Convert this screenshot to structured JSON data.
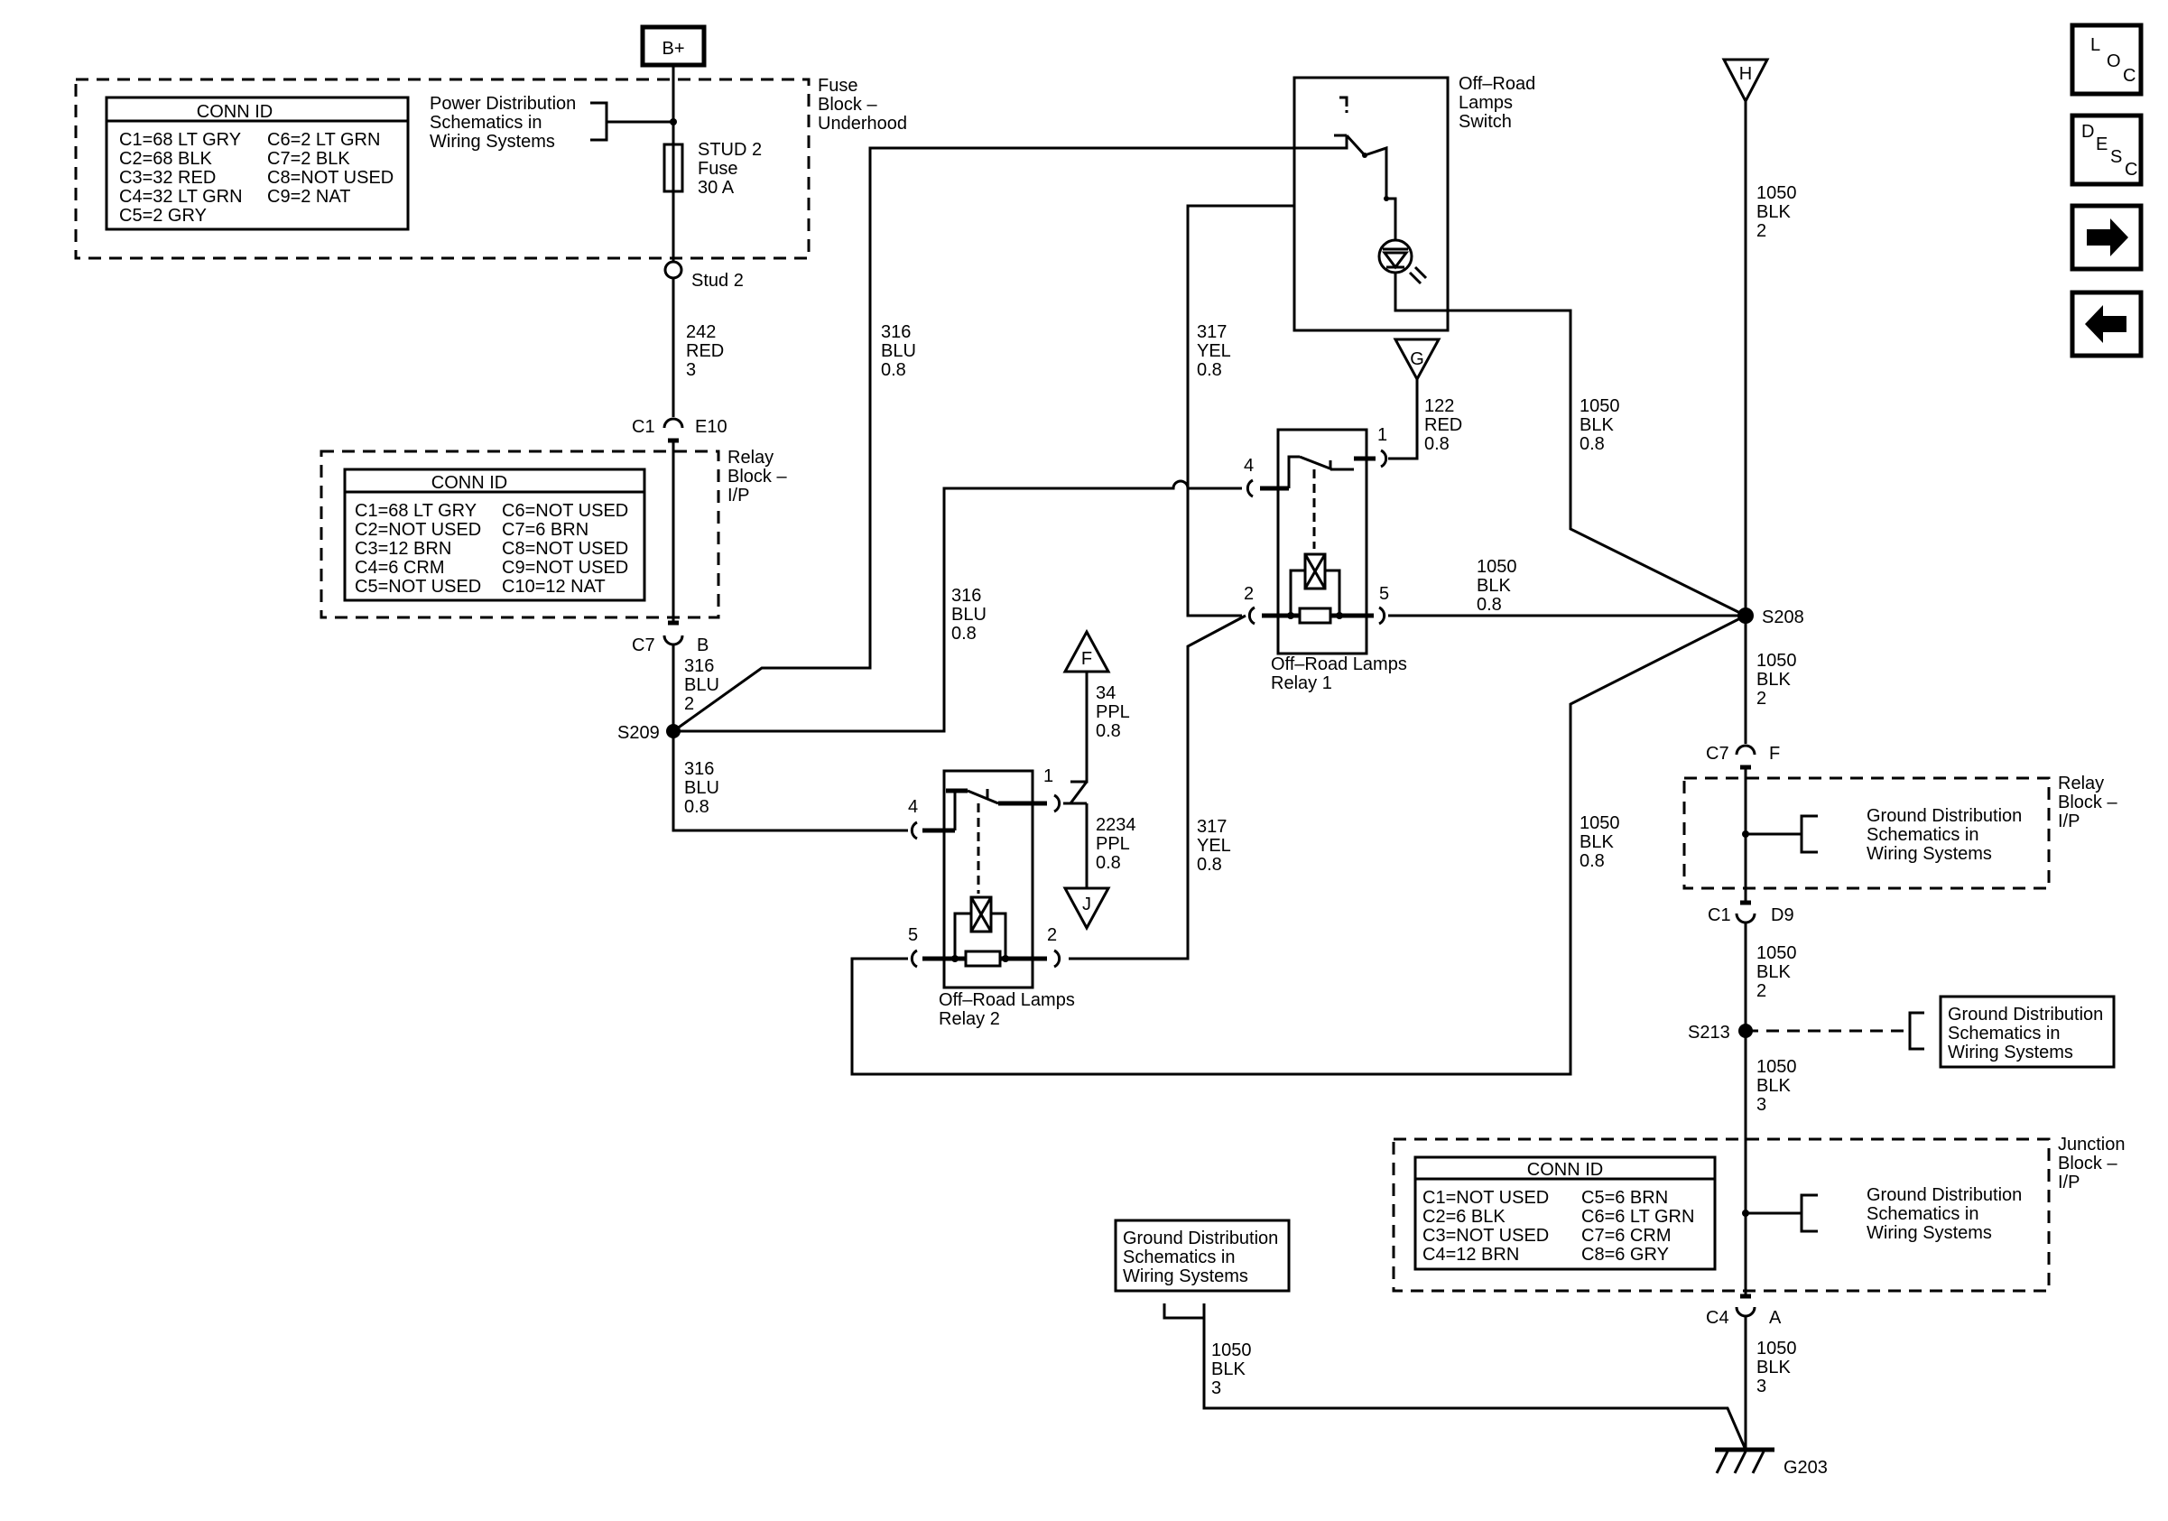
{
  "power": {
    "b_plus": "B+"
  },
  "fuse_block": {
    "label": [
      "Fuse",
      "Block –",
      "Underhood"
    ],
    "conn_id_title": "CONN ID",
    "conn_left": [
      "C1=68 LT GRY",
      "C2=68 BLK",
      "C3=32 RED",
      "C4=32 LT GRN",
      "C5=2 GRY"
    ],
    "conn_right": [
      "C6=2 LT GRN",
      "C7=2 BLK",
      "C8=NOT USED",
      "C9=2 NAT"
    ],
    "ref": [
      "Power Distribution",
      "Schematics in",
      "Wiring  Systems"
    ],
    "fuse": [
      "STUD 2",
      "Fuse",
      "30 A"
    ],
    "stud": "Stud 2"
  },
  "wire_242": [
    "242",
    "RED",
    "3"
  ],
  "relay_block_ip_1": {
    "c1": "C1",
    "e10": "E10",
    "label": [
      "Relay",
      "Block –",
      "I/P"
    ],
    "conn_id_title": "CONN ID",
    "conn_left": [
      "C1=68 LT GRY",
      "C2=NOT USED",
      "C3=12 BRN",
      "C4=6 CRM",
      "C5=NOT USED"
    ],
    "conn_right": [
      "C6=NOT USED",
      "C7=6 BRN",
      "C8=NOT USED",
      "C9=NOT USED",
      "C10=12 NAT"
    ],
    "c7": "C7",
    "b": "B"
  },
  "wire_316_2": [
    "316",
    "BLU",
    "2"
  ],
  "s209": "S209",
  "wire_316_a": [
    "316",
    "BLU",
    "0.8"
  ],
  "wire_316_b": [
    "316",
    "BLU",
    "0.8"
  ],
  "wire_316_c": [
    "316",
    "BLU",
    "0.8"
  ],
  "switch": {
    "label": [
      "Off–Road",
      "Lamps",
      "Switch"
    ]
  },
  "wire_317_a": [
    "317",
    "YEL",
    "0.8"
  ],
  "wire_317_b": [
    "317",
    "YEL",
    "0.8"
  ],
  "connector_g": "G",
  "wire_122": [
    "122",
    "RED",
    "0.8"
  ],
  "relay1": {
    "label": [
      "Off–Road Lamps",
      "Relay 1"
    ],
    "pin1": "1",
    "pin2": "2",
    "pin4": "4",
    "pin5": "5"
  },
  "relay2": {
    "label": [
      "Off–Road Lamps",
      "Relay 2"
    ],
    "pin1": "1",
    "pin2": "2",
    "pin4": "4",
    "pin5": "5"
  },
  "connector_f": "F",
  "wire_34": [
    "34",
    "PPL",
    "0.8"
  ],
  "wire_2234": [
    "2234",
    "PPL",
    "0.8"
  ],
  "connector_j": "J",
  "connector_h": "H",
  "wire_1050_top": [
    "1050",
    "BLK",
    "2"
  ],
  "wire_1050_sw": [
    "1050",
    "BLK",
    "0.8"
  ],
  "wire_1050_r1": [
    "1050",
    "BLK",
    "0.8"
  ],
  "wire_1050_r2": [
    "1050",
    "BLK",
    "0.8"
  ],
  "s208": "S208",
  "wire_1050_s208": [
    "1050",
    "BLK",
    "2"
  ],
  "relay_block_ip_2": {
    "c7": "C7",
    "f": "F",
    "label": [
      "Relay",
      "Block –",
      "I/P"
    ],
    "ref": [
      "Ground Distribution",
      "Schematics in",
      "Wiring Systems"
    ],
    "c1": "C1",
    "d9": "D9"
  },
  "wire_1050_d9": [
    "1050",
    "BLK",
    "2"
  ],
  "s213": "S213",
  "ground_ref_s213": [
    "Ground Distribution",
    "Schematics in",
    "Wiring Systems"
  ],
  "wire_1050_s213": [
    "1050",
    "BLK",
    "3"
  ],
  "junction_block": {
    "label": [
      "Junction",
      "Block –",
      "I/P"
    ],
    "conn_id_title": "CONN ID",
    "conn_left": [
      "C1=NOT USED",
      "C2=6 BLK",
      "C3=NOT USED",
      "C4=12 BRN"
    ],
    "conn_right": [
      "C5=6 BRN",
      "C6=6 LT GRN",
      "C7=6 CRM",
      "C8=6 GRY"
    ],
    "ref": [
      "Ground Distribution",
      "Schematics in",
      "Wiring Systems"
    ],
    "c4": "C4",
    "a": "A"
  },
  "wire_1050_c4": [
    "1050",
    "BLK",
    "3"
  ],
  "ground_ref_left": [
    "Ground Distribution",
    "Schematics in",
    "Wiring Systems"
  ],
  "wire_1050_left": [
    "1050",
    "BLK",
    "3"
  ],
  "g203": "G203",
  "nav": {
    "loc": [
      "L",
      "O",
      "C"
    ],
    "desc": [
      "D",
      "E",
      "S",
      "C"
    ]
  }
}
